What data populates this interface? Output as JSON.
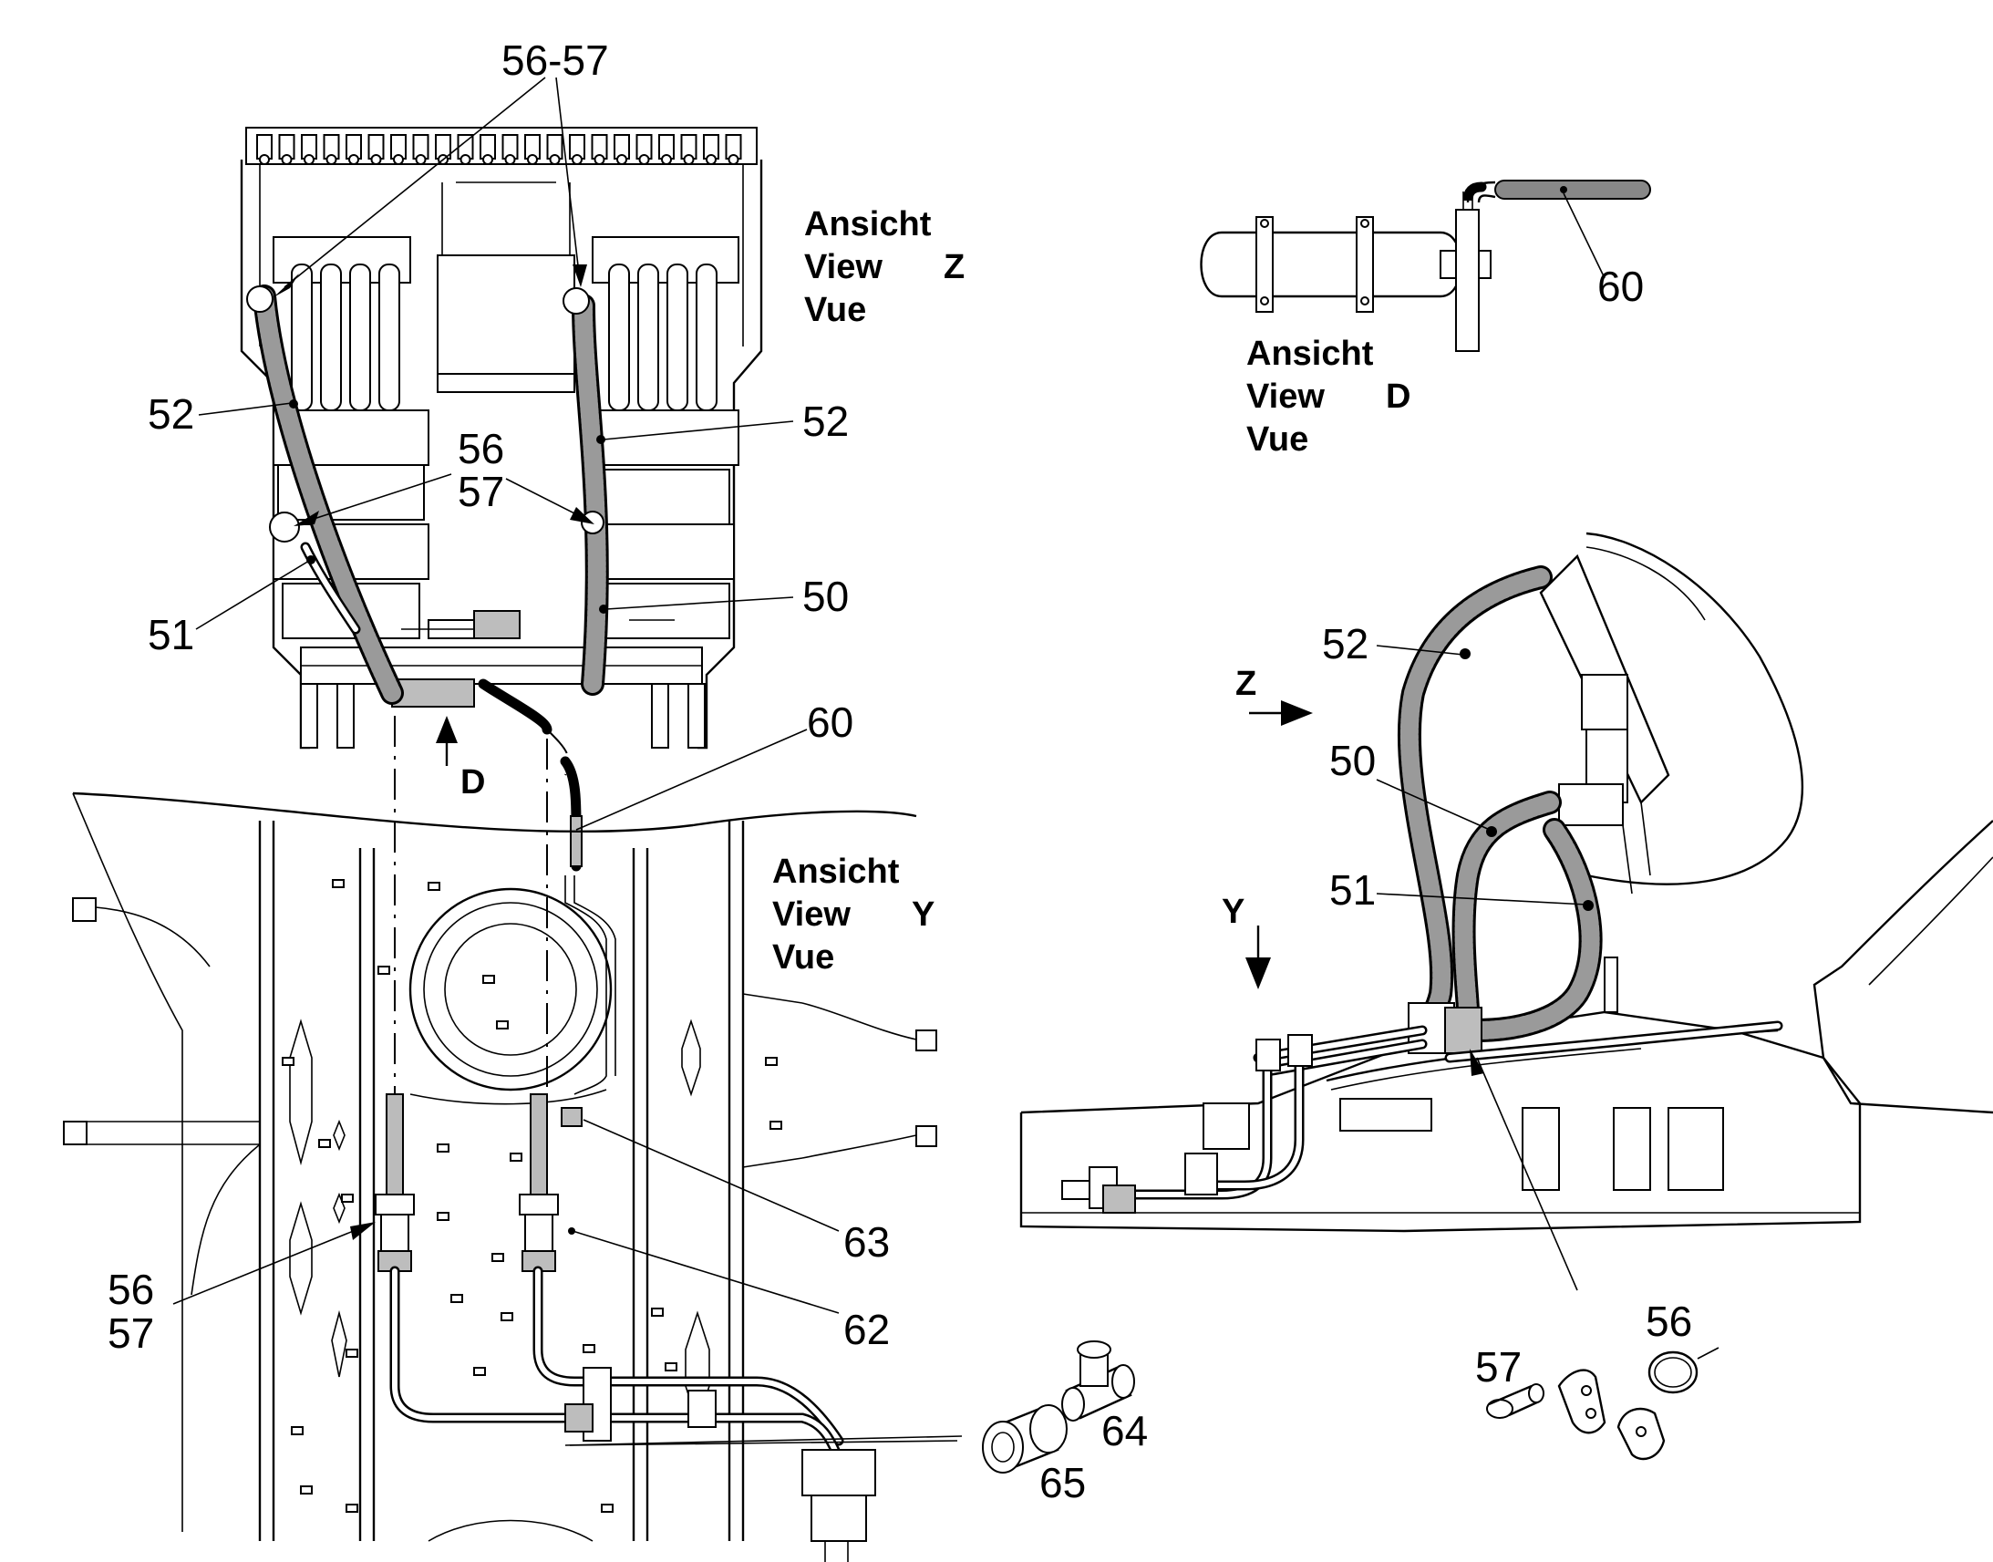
{
  "callouts": {
    "top_56_57": "56-57",
    "z_52_left": "52",
    "z_52_right": "52",
    "z_56": "56",
    "z_57": "57",
    "z_51": "51",
    "z_50": "50",
    "z_60": "60",
    "d_letter": "D",
    "d_60": "60",
    "y_63": "63",
    "y_62": "62",
    "y_56": "56",
    "y_57": "57",
    "y_64": "64",
    "y_65": "65",
    "main_52": "52",
    "main_50": "50",
    "main_51": "51",
    "main_z": "Z",
    "main_y": "Y",
    "kit_57": "57",
    "kit_56": "56"
  },
  "views": {
    "z": {
      "line1": "Ansicht",
      "line2": "View",
      "letter": "Z",
      "line3": "Vue"
    },
    "d": {
      "line1": "Ansicht",
      "line2": "View",
      "letter": "D",
      "line3": "Vue"
    },
    "y": {
      "line1": "Ansicht",
      "line2": "View",
      "letter": "Y",
      "line3": "Vue"
    }
  }
}
